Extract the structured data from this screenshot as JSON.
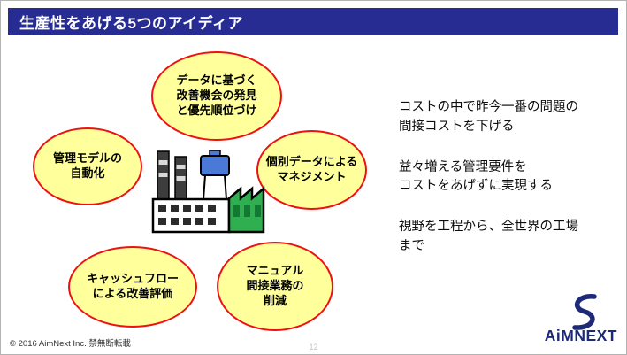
{
  "slide": {
    "title": "生産性をあげる5つのアイディア",
    "ellipses": [
      {
        "text": "データに基づく\n改善機会の発見\nと優先順位づけ"
      },
      {
        "text": "管理モデルの\n自動化"
      },
      {
        "text": "個別データによる\nマネジメント"
      },
      {
        "text": "キャッシュフロー\nによる改善評価"
      },
      {
        "text": "マニュアル\n間接業務の\n削減"
      }
    ],
    "right_points": [
      "コストの中で昨今一番の問題の\n間接コストを下げる",
      "益々増える管理要件を\nコストをあげずに実現する",
      "視野を工程から、全世界の工場\nまで"
    ],
    "footer": {
      "copyright": "© 2016 AimNext Inc. 禁無断転載",
      "page_number": "12"
    },
    "logo": {
      "text": "AiMNEXT"
    }
  },
  "colors": {
    "header_bg": "#272c93",
    "ellipse_fill": "#ffff9c",
    "ellipse_border": "#ee1111",
    "logo_navy": "#1c2a77"
  }
}
